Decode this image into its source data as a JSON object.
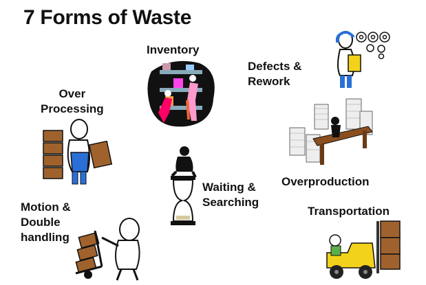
{
  "title": "7 Forms of Waste",
  "wastes": [
    {
      "label": "Inventory",
      "icon": "inventory-shelves-icon"
    },
    {
      "label": "Defects &\nRework",
      "icon": "inspector-gears-icon"
    },
    {
      "label": "Over\nProcessing",
      "icon": "worker-boxes-icon"
    },
    {
      "label": "Overproduction",
      "icon": "paper-stacks-desk-icon"
    },
    {
      "label": "Waiting &\nSearching",
      "icon": "hourglass-person-icon"
    },
    {
      "label": "Motion &\nDouble\nhandling",
      "icon": "hand-truck-icon"
    },
    {
      "label": "Transportation",
      "icon": "forklift-icon"
    }
  ],
  "colors": {
    "text": "#111111",
    "box": "#a0622d",
    "forklift": "#f2d21b",
    "blue": "#2a6fd6"
  }
}
